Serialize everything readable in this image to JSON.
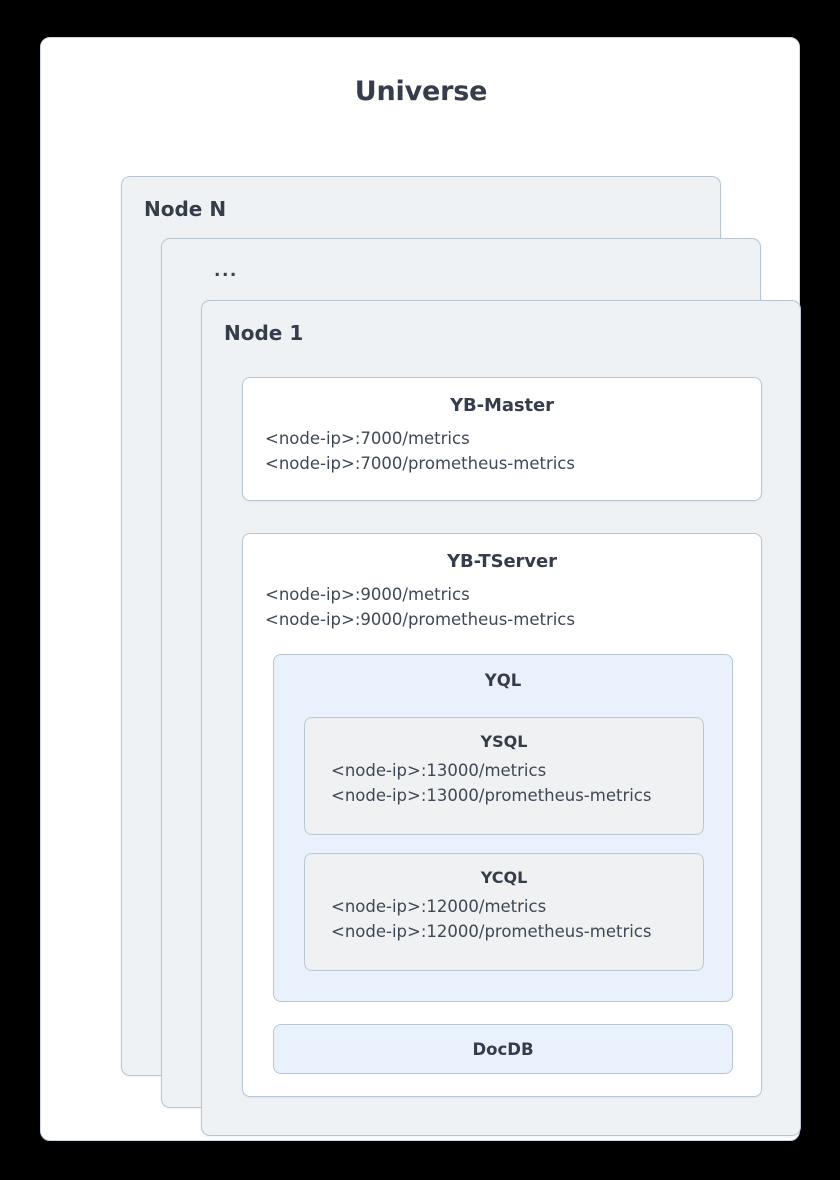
{
  "diagram": {
    "title": "Universe",
    "background_color": "#000000",
    "card_color": "#ffffff",
    "node_color": "#eef2f5",
    "accent_blue": "#e9f1fd",
    "api_grey": "#f0f1f2",
    "border_color": "#b9c6d2",
    "text_color": "#353d4a"
  },
  "nodes": {
    "node_n_label": "Node N",
    "ellipsis_label": "...",
    "node_1_label": "Node 1"
  },
  "services": {
    "master": {
      "title": "YB-Master",
      "endpoints": [
        "<node-ip>:7000/metrics",
        "<node-ip>:7000/prometheus-metrics"
      ]
    },
    "tserver": {
      "title": "YB-TServer",
      "endpoints": [
        "<node-ip>:9000/metrics",
        "<node-ip>:9000/prometheus-metrics"
      ],
      "yql": {
        "title": "YQL",
        "apis": [
          {
            "title": "YSQL",
            "endpoints": [
              "<node-ip>:13000/metrics",
              "<node-ip>:13000/prometheus-metrics"
            ]
          },
          {
            "title": "YCQL",
            "endpoints": [
              "<node-ip>:12000/metrics",
              "<node-ip>:12000/prometheus-metrics"
            ]
          }
        ]
      },
      "docdb": {
        "title": "DocDB"
      }
    }
  }
}
